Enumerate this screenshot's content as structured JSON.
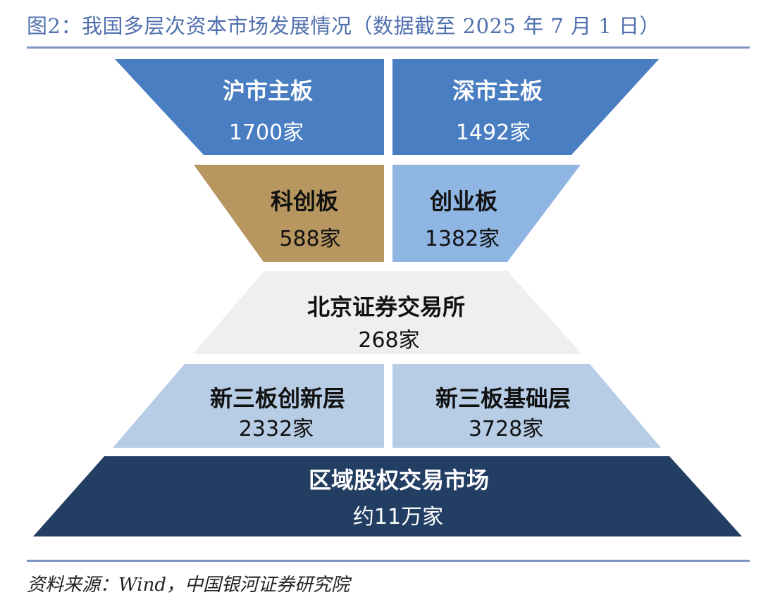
{
  "title": "图2：我国多层次资本市场发展情况（数据截至 2025 年 7 月 1 日）",
  "source": "资料来源：Wind，中国银河证券研究院",
  "colors": {
    "title": "#4f6fad",
    "main_board": "#4a7ec2",
    "star_market": "#b7965f",
    "chinext": "#8fb5e3",
    "bse": "#efefef",
    "neeq": "#b7cde6",
    "regional": "#233e63"
  },
  "tiers": {
    "sh_main": {
      "name": "沪市主板",
      "count": "1700家"
    },
    "sz_main": {
      "name": "深市主板",
      "count": "1492家"
    },
    "star": {
      "name": "科创板",
      "count": "588家"
    },
    "chinext": {
      "name": "创业板",
      "count": "1382家"
    },
    "bse": {
      "name": "北京证券交易所",
      "count": "268家"
    },
    "neeq_innov": {
      "name": "新三板创新层",
      "count": "2332家"
    },
    "neeq_basic": {
      "name": "新三板基础层",
      "count": "3728家"
    },
    "regional": {
      "name": "区域股权交易市场",
      "count": "约11万家"
    }
  }
}
